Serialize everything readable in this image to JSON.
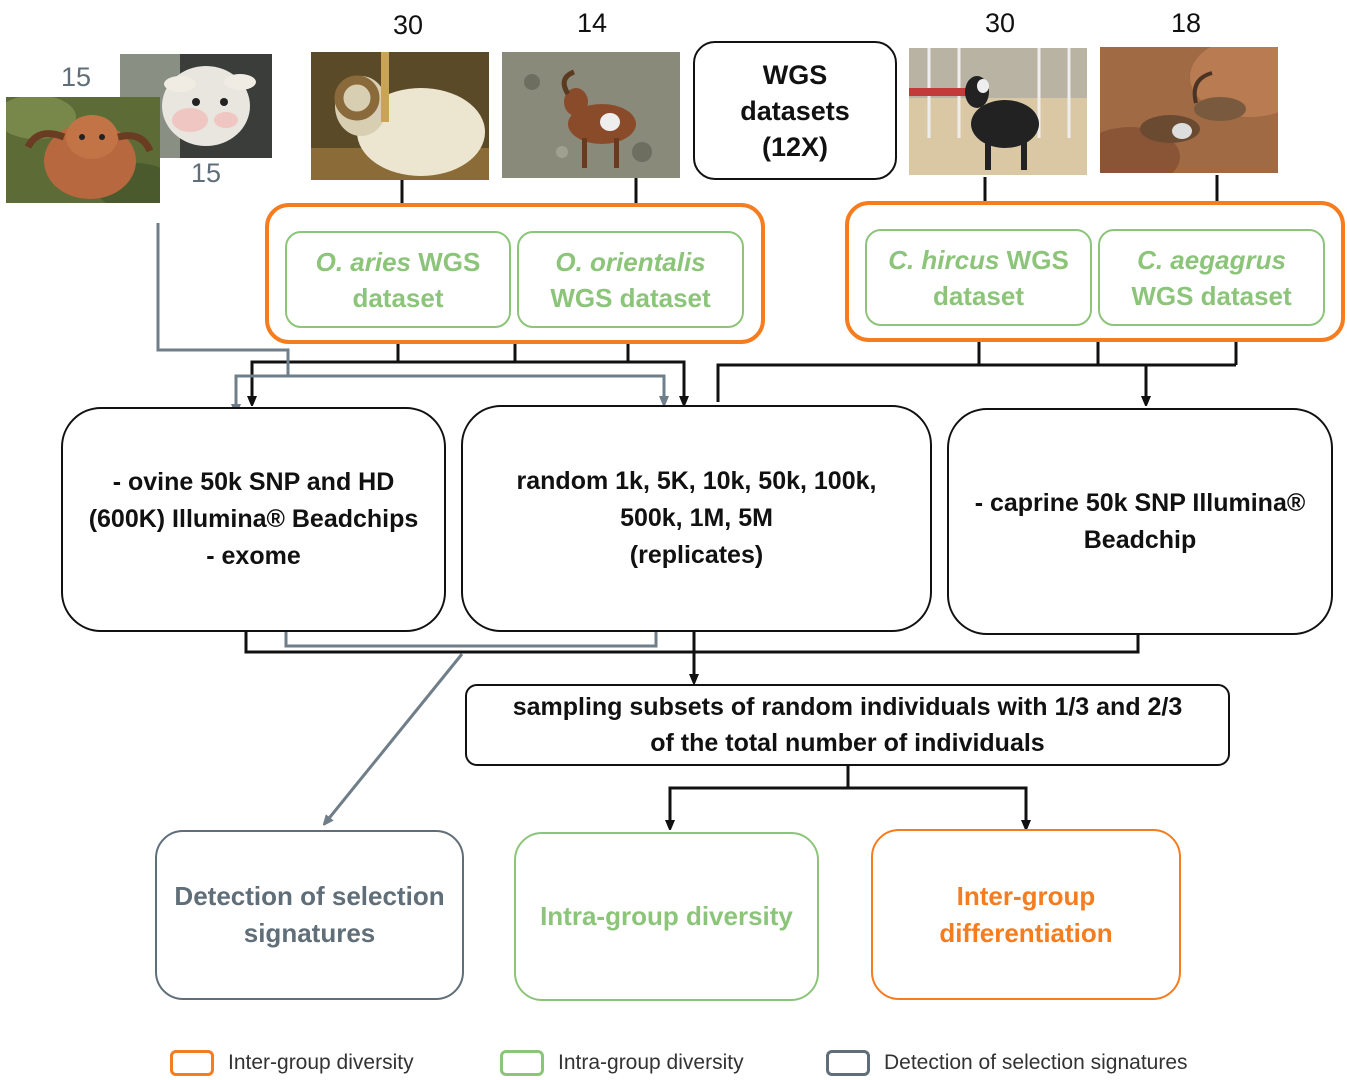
{
  "counts": {
    "sheep_breed_a": "15",
    "sheep_breed_b": "15",
    "o_aries": "30",
    "o_orientalis": "14",
    "c_hircus": "30",
    "c_aegagrus": "18"
  },
  "wgs_box": {
    "line1": "WGS",
    "line2": "datasets",
    "line3": "(12X)"
  },
  "datasets": {
    "o_aries": {
      "species": "O. aries",
      "line1_suffix": " WGS",
      "line2": "dataset"
    },
    "o_orientalis": {
      "species": "O. orientalis",
      "line2": "WGS dataset"
    },
    "c_hircus": {
      "species": "C. hircus",
      "line1_suffix": " WGS",
      "line2": "dataset"
    },
    "c_aegagrus": {
      "species": "C. aegagrus",
      "line2": "WGS dataset"
    }
  },
  "panels": {
    "ovine": {
      "line1": "- ovine 50k SNP and HD",
      "line2": "(600K) Illumina® Beadchips",
      "line3": "- exome"
    },
    "random": {
      "line1": "random 1k, 5K, 10k, 50k, 100k,",
      "line2": "500k, 1M, 5M",
      "line3": "(replicates)"
    },
    "caprine": {
      "line1": "- caprine 50k SNP Illumina®",
      "line2": "Beadchip"
    }
  },
  "sampling": {
    "line1": "sampling subsets of random individuals with 1/3 and 2/3",
    "line2": "of the total number of individuals"
  },
  "outcomes": {
    "selection": {
      "line1": "Detection of selection",
      "line2": "signatures"
    },
    "intra": {
      "line1": "Intra-group diversity"
    },
    "inter": {
      "line1": "Inter-group",
      "line2": "differentiation"
    }
  },
  "legend": {
    "inter": "Inter-group diversity",
    "intra": "Intra-group diversity",
    "selection": "Detection of selection signatures"
  },
  "colors": {
    "inter_group": "#f57c1f",
    "intra_group": "#8cc57a",
    "selection": "#5f6e78",
    "flow": "#111111"
  },
  "photos": [
    {
      "name": "red-sheep-photo",
      "subject": "red-brown horned sheep in shrubs"
    },
    {
      "name": "white-sheep-photo",
      "subject": "white-faced sheep"
    },
    {
      "name": "o-aries-photo",
      "subject": "horned domestic ram"
    },
    {
      "name": "o-orientalis-photo",
      "subject": "wild mouflon on rocky ground"
    },
    {
      "name": "c-hircus-photo",
      "subject": "black goat in pen"
    },
    {
      "name": "c-aegagrus-photo",
      "subject": "wild goats on rocks"
    }
  ]
}
